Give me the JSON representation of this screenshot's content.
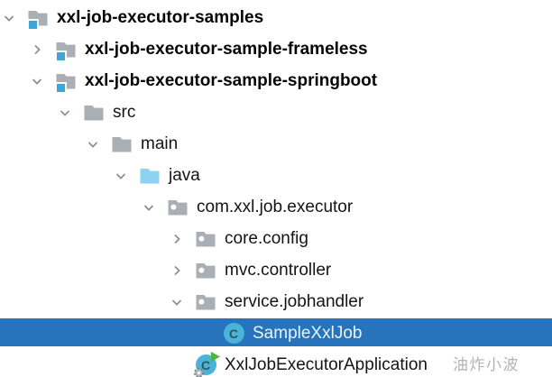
{
  "app": {
    "description": "IDE project tree panel"
  },
  "colors": {
    "selection_bg": "#2874bc",
    "selection_text": "#e8f4fd",
    "text": "#141414",
    "folder_gray": "#a9afb4",
    "source_folder_blue": "#8dd2f2",
    "module_badge_blue": "#3da5d9",
    "class_circle_blue": "#49b4d8",
    "class_letter": "#2d5660",
    "run_triangle_green": "#4eb43a",
    "chevron_gray": "#8a8e91",
    "watermark_gray": "#b3b3b3"
  },
  "class_icon": {
    "letter": "C"
  },
  "tree": {
    "selected_label": "SampleXxlJob",
    "rows": [
      {
        "label": "xxl-job-executor-samples",
        "level": 0,
        "chevron": "expanded",
        "icon": "module-folder",
        "bold": true,
        "selected": false
      },
      {
        "label": "xxl-job-executor-sample-frameless",
        "level": 1,
        "chevron": "collapsed",
        "icon": "module-folder",
        "bold": true,
        "selected": false
      },
      {
        "label": "xxl-job-executor-sample-springboot",
        "level": 1,
        "chevron": "expanded",
        "icon": "module-folder",
        "bold": true,
        "selected": false
      },
      {
        "label": "src",
        "level": 2,
        "chevron": "expanded",
        "icon": "folder",
        "bold": false,
        "selected": false
      },
      {
        "label": "main",
        "level": 3,
        "chevron": "expanded",
        "icon": "folder",
        "bold": false,
        "selected": false
      },
      {
        "label": "java",
        "level": 4,
        "chevron": "expanded",
        "icon": "source-folder",
        "bold": false,
        "selected": false
      },
      {
        "label": "com.xxl.job.executor",
        "level": 5,
        "chevron": "expanded",
        "icon": "package",
        "bold": false,
        "selected": false
      },
      {
        "label": "core.config",
        "level": 6,
        "chevron": "collapsed",
        "icon": "package",
        "bold": false,
        "selected": false
      },
      {
        "label": "mvc.controller",
        "level": 6,
        "chevron": "collapsed",
        "icon": "package",
        "bold": false,
        "selected": false
      },
      {
        "label": "service.jobhandler",
        "level": 6,
        "chevron": "expanded",
        "icon": "package",
        "bold": false,
        "selected": false
      },
      {
        "label": "SampleXxlJob",
        "level": 7,
        "chevron": "none",
        "icon": "java-class",
        "bold": false,
        "selected": true
      },
      {
        "label": "XxlJobExecutorApplication",
        "level": 6,
        "chevron": "none",
        "icon": "java-class-runnable",
        "bold": false,
        "selected": false
      }
    ]
  },
  "watermark": {
    "text": "油炸小波"
  }
}
